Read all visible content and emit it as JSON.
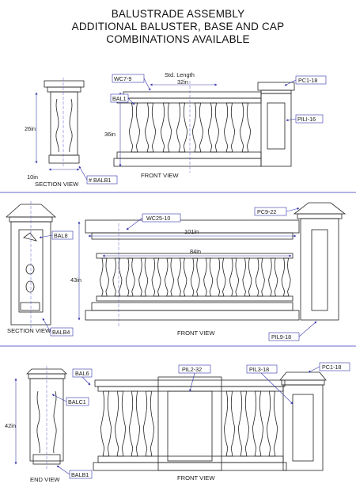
{
  "header": {
    "line1": "BALUSTRADE ASSEMBLY",
    "line2": "ADDITIONAL BALUSTER, BASE AND CAP",
    "line3": "COMBINATIONS AVAILABLE"
  },
  "colors": {
    "divider": "#6666cc",
    "leader": "#3333aa",
    "dimension": "#4444aa",
    "drawing": "#222222",
    "centerline": "#5a5ad0"
  },
  "section1": {
    "tags": {
      "wc": "WC7-9",
      "bal": "BAL1",
      "cap": "PC1-18",
      "pil": "PILI-16",
      "base": "# BALB1"
    },
    "dims": {
      "std_length_label": "Std. Length",
      "std_length": "32in",
      "height": "36in",
      "section_height": "26in",
      "section_depth": "10in"
    },
    "views": {
      "section": "SECTION VIEW",
      "front": "FRONT VIEW"
    }
  },
  "section2": {
    "tags": {
      "wc": "WC25-10",
      "bal": "BAL8",
      "cap": "PC9-22",
      "pil": "PIL9-18",
      "base": "BALB4"
    },
    "dims": {
      "overall": "101in",
      "inner": "84in",
      "height": "43in"
    },
    "views": {
      "section": "SECTION VIEW",
      "front": "FRONT VIEW"
    }
  },
  "section3": {
    "tags": {
      "bal": "BAL6",
      "balc": "BALC1",
      "pil_a": "PIL2-32",
      "pil_b": "PIL3-18",
      "cap": "PC1-18",
      "base": "BALB1"
    },
    "dims": {
      "height": "42in"
    },
    "views": {
      "end": "END VIEW",
      "front": "FRONT VIEW"
    }
  }
}
